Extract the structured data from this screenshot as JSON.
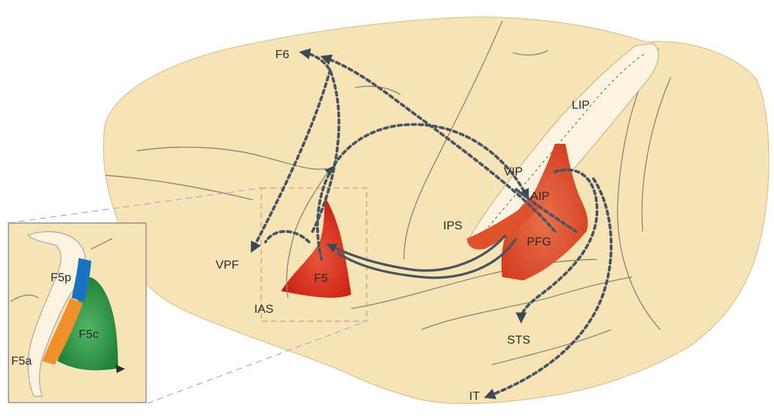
{
  "labels": {
    "f6": "F6",
    "lip": "LIP",
    "vip": "VIP",
    "aip": "AIP",
    "ips": "IPS",
    "pfg": "PFG",
    "vpf": "VPF",
    "f5": "F5",
    "ias": "IAS",
    "sts": "STS",
    "it": "IT",
    "f5p": "F5p",
    "f5c": "F5c",
    "f5a": "F5a"
  },
  "colors": {
    "brain": "#f6e4b7",
    "brain_outline": "#d9c596",
    "sulcus_fill": "#fbf3df",
    "motor_red": "#d93a1f",
    "parietal_red": "#e0562d",
    "arrow": "#4a5560",
    "f5p_blue": "#1a73c2",
    "f5c_green": "#2e9a4a",
    "f5a_orange": "#f0902a"
  }
}
